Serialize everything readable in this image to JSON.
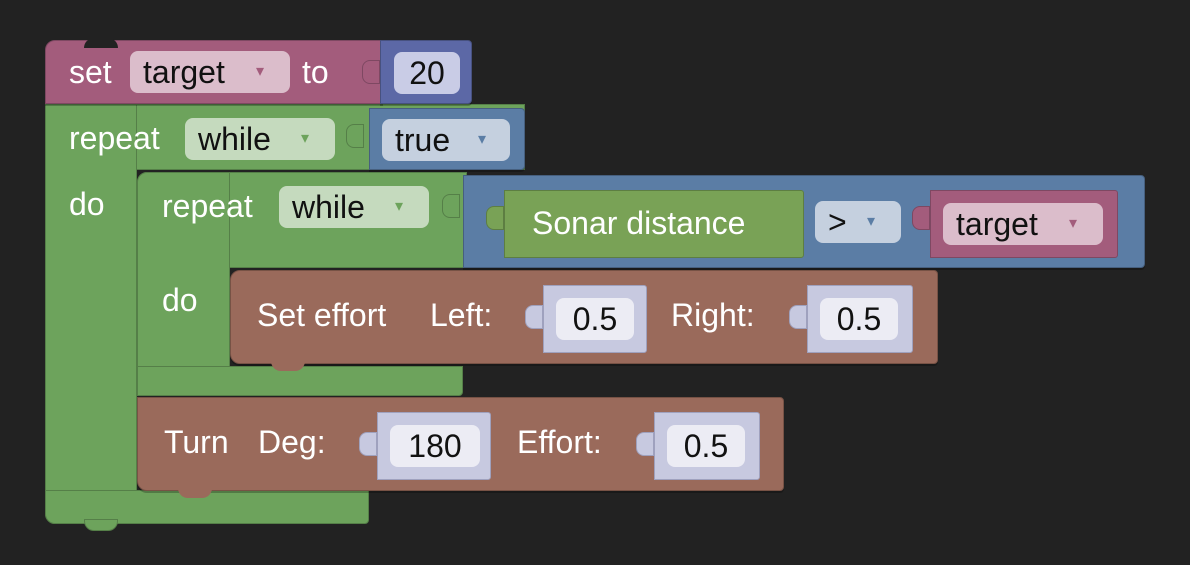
{
  "colors": {
    "background": "#222222",
    "variables": "#A35C7C",
    "math": "#5C68A6",
    "loops": "#6DA35C",
    "logic": "#5B7DA5",
    "robot": "#9A6A5B",
    "sensor": "#79A256",
    "socket": "#C7C9E0"
  },
  "set_block": {
    "set_label": "set",
    "variable": "target",
    "to_label": "to",
    "value": "20"
  },
  "outer_loop": {
    "repeat_label": "repeat",
    "mode": "while",
    "condition": "true",
    "do_label": "do"
  },
  "inner_loop": {
    "repeat_label": "repeat",
    "mode": "while",
    "do_label": "do",
    "compare": {
      "left": "Sonar distance",
      "operator": ">",
      "right": "target"
    }
  },
  "set_effort": {
    "label": "Set effort",
    "left_label": "Left:",
    "left_value": "0.5",
    "right_label": "Right:",
    "right_value": "0.5"
  },
  "turn": {
    "label": "Turn",
    "deg_label": "Deg:",
    "deg_value": "180",
    "effort_label": "Effort:",
    "effort_value": "0.5"
  },
  "dropdown_arrow": "▾"
}
